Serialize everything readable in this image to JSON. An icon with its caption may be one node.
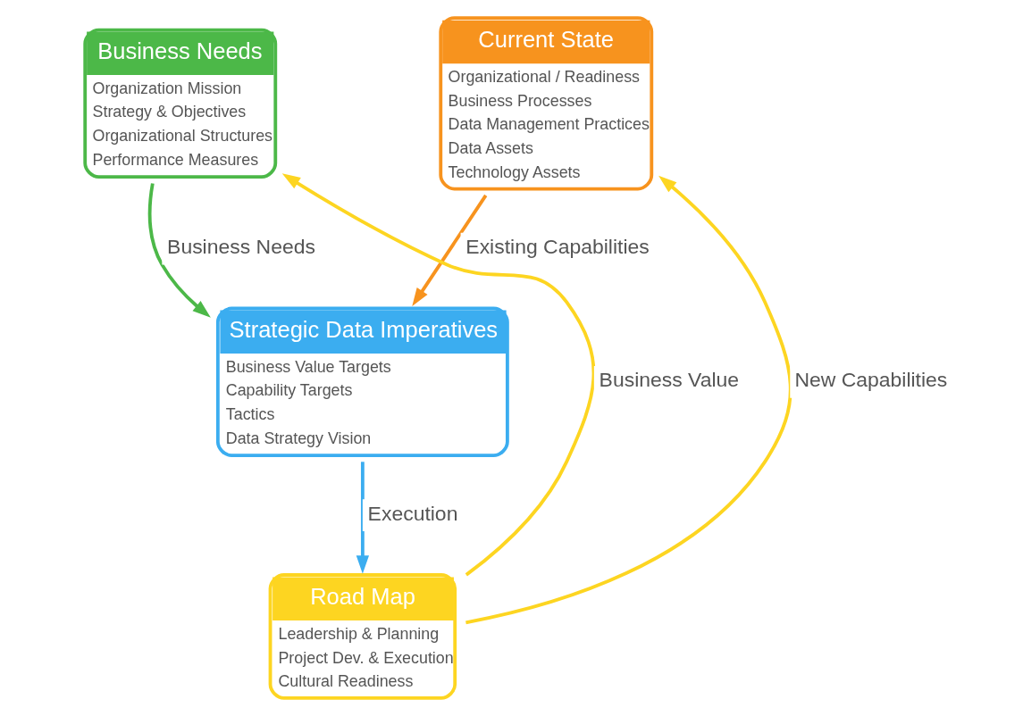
{
  "diagram": {
    "nodes": [
      {
        "text": [
          "Business Needs",
          "Organization Mission",
          "Strategy & Objectives",
          "Organizational Structures",
          "Performance Measures"
        ]
      },
      {
        "text": [
          "Current State",
          "Organizational / Readiness",
          "Business Processes",
          "Data Management Practices",
          "Data Assets",
          "Technology Assets"
        ]
      },
      {
        "text": [
          "Strategic Data Imperatives",
          "Business Value Targets",
          "Capability Targets",
          "Tactics",
          "Data Strategy Vision"
        ]
      },
      {
        "text": [
          "Road Map",
          "Leadership & Planning",
          "Project Dev. & Execution",
          "Cultural Readiness"
        ]
      }
    ],
    "edges": [
      {
        "from": 0,
        "to": 2,
        "arrow": "to",
        "label": "Business Needs",
        "color": "#4cb848"
      },
      {
        "from": 1,
        "to": 2,
        "arrow": "to",
        "label": "Existing Capabilities",
        "color": "#f7931e"
      },
      {
        "from": 2,
        "to": 3,
        "arrow": "to",
        "label": "Execution",
        "color": "#3badf0"
      },
      {
        "from": 3,
        "to": 0,
        "arrow": "to",
        "label": "Business Value",
        "color": "#fdd521"
      },
      {
        "from": 3,
        "to": 1,
        "arrow": "to",
        "label": "New Capabilities",
        "color": "#fdd521"
      }
    ]
  }
}
